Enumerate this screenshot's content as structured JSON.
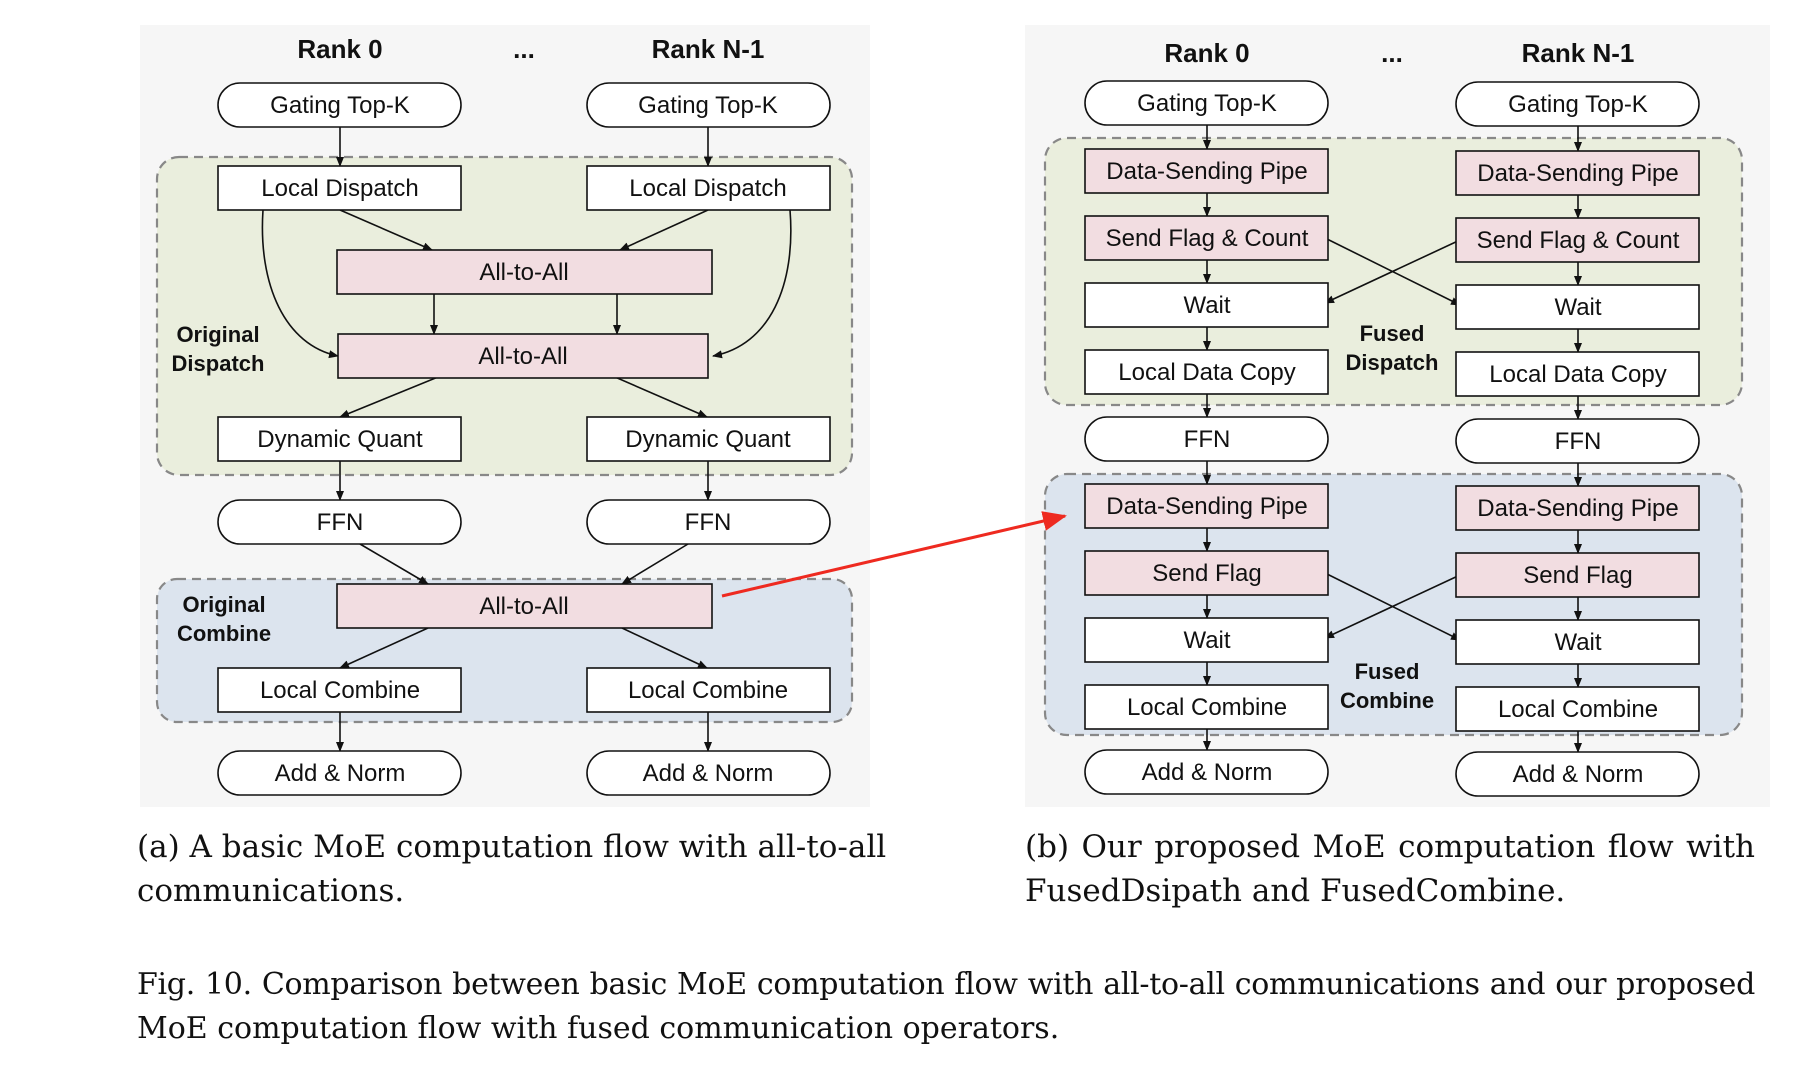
{
  "panel_a": {
    "rank_first": "Rank 0",
    "rank_dots": "...",
    "rank_last": "Rank N-1",
    "gating_0": "Gating Top-K",
    "gating_1": "Gating Top-K",
    "local_dispatch_0": "Local Dispatch",
    "local_dispatch_1": "Local Dispatch",
    "all_to_all_1": "All-to-All",
    "all_to_all_2": "All-to-All",
    "region_dispatch_line1": "Original",
    "region_dispatch_line2": "Dispatch",
    "dynamic_quant_0": "Dynamic Quant",
    "dynamic_quant_1": "Dynamic Quant",
    "ffn_0": "FFN",
    "ffn_1": "FFN",
    "region_combine_line1": "Original",
    "region_combine_line2": "Combine",
    "all_to_all_3": "All-to-All",
    "local_combine_0": "Local Combine",
    "local_combine_1": "Local Combine",
    "add_norm_0": "Add & Norm",
    "add_norm_1": "Add & Norm",
    "subcaption_line1": "(a) A basic MoE computation flow with all-to-all",
    "subcaption_line2": "communications."
  },
  "panel_b": {
    "rank_first": "Rank 0",
    "rank_dots": "...",
    "rank_last": "Rank N-1",
    "gating_0": "Gating Top-K",
    "gating_1": "Gating Top-K",
    "pipe_0": "Data-Sending Pipe",
    "pipe_1": "Data-Sending Pipe",
    "send_flag_count_0": "Send Flag & Count",
    "send_flag_count_1": "Send Flag & Count",
    "wait_0": "Wait",
    "wait_1": "Wait",
    "local_copy_0": "Local Data Copy",
    "local_copy_1": "Local Data Copy",
    "region_dispatch_line1": "Fused",
    "region_dispatch_line2": "Dispatch",
    "ffn_0": "FFN",
    "ffn_1": "FFN",
    "pipe2_0": "Data-Sending Pipe",
    "pipe2_1": "Data-Sending Pipe",
    "send_flag_0": "Send Flag",
    "send_flag_1": "Send Flag",
    "wait2_0": "Wait",
    "wait2_1": "Wait",
    "local_combine_0": "Local Combine",
    "local_combine_1": "Local Combine",
    "region_combine_line1": "Fused",
    "region_combine_line2": "Combine",
    "add_norm_0": "Add & Norm",
    "add_norm_1": "Add & Norm",
    "subcaption_line1": "(b) Our proposed MoE computation flow with",
    "subcaption_line2": "FusedDsipath and FusedCombine."
  },
  "figure_caption_line1": "Fig. 10.  Comparison between basic MoE computation flow with all-to-all communications and our proposed",
  "figure_caption_line2": "MoE computation flow with fused communication operators.",
  "colors": {
    "dispatch_region_fill": "#eaeedd",
    "combine_region_fill": "#dce4ee",
    "comm_box_fill": "#f2dde1",
    "box_fill": "#ffffff",
    "panel_bg": "#f6f6f6",
    "highlight_arrow": "#ee2a20"
  }
}
